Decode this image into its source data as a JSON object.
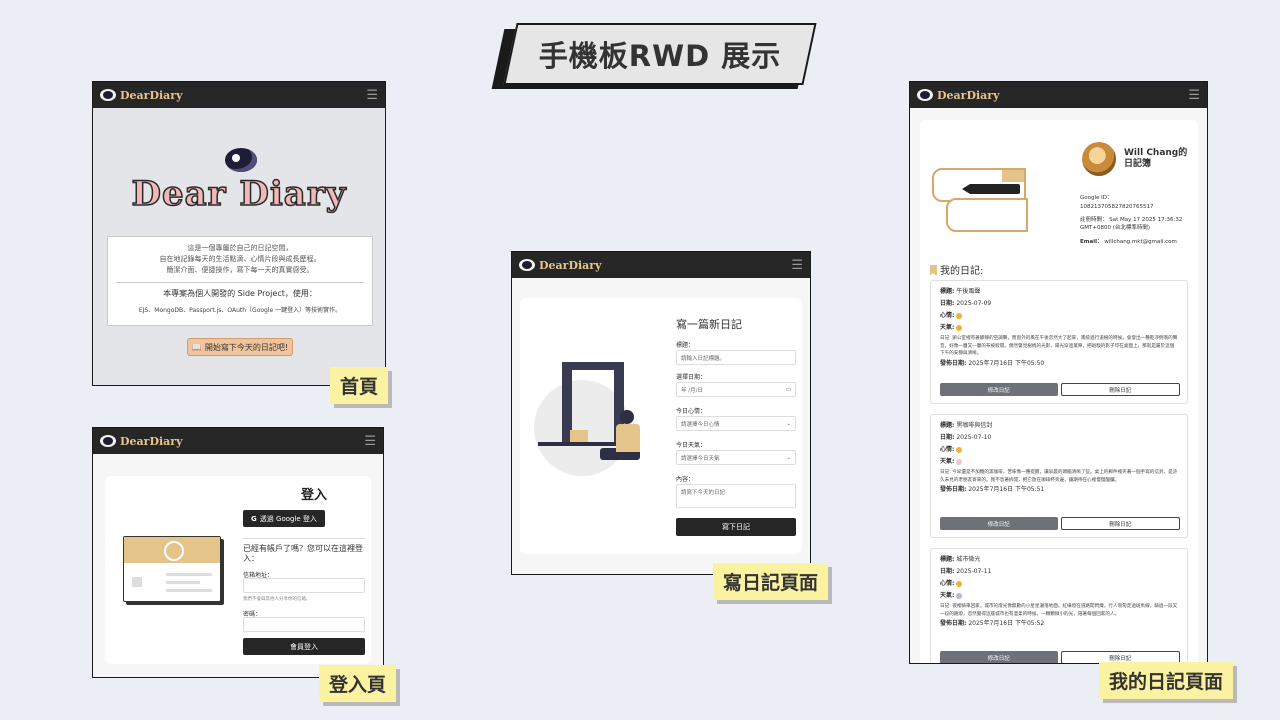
{
  "page_title": "手機板RWD 展示",
  "brand": {
    "name": "DearDiary"
  },
  "captions": {
    "home": "首頁",
    "login": "登入頁",
    "write": "寫日記頁面",
    "mydiary": "我的日記頁面"
  },
  "home": {
    "logo_text": "Dear Diary",
    "desc": [
      "這是一個專屬於自己的日記空間，",
      "自在地記錄每天的生活點滴、心情片段與成長歷程。",
      "簡潔介面、便捷操作，寫下每一天的真實感受。"
    ],
    "project_line": "本專案為個人開發的 Side Project，使用：",
    "tech_line": "EJS、MongoDB、Passport.js、OAuth（Google 一鍵登入）等技術實作。",
    "start_button": "開始寫下今天的日記吧!"
  },
  "login": {
    "title": "登入",
    "google_button": "透過 Google 登入",
    "account_question": "已經有帳戶了嗎？您可以在這裡登入：",
    "email_label": "信箱地址：",
    "email_hint": "我們不會與其他人分享你的信箱。",
    "password_label": "密碼：",
    "submit_button": "會員登入"
  },
  "write": {
    "title": "寫一篇新日記",
    "title_label": "標題：",
    "title_placeholder": "請輸入日記標題。",
    "date_label": "選擇日期：",
    "date_placeholder": "年 /月/日",
    "mood_label": "今日心情：",
    "mood_placeholder": "請選擇今日心情",
    "weather_label": "今日天氣：",
    "weather_placeholder": "請選擇今日天氣",
    "content_label": "內容：",
    "content_placeholder": "請寫下今天的日記",
    "submit_button": "寫下日記"
  },
  "profile": {
    "name": "Will Chang的日記簿",
    "google_id_label": "Google ID：",
    "google_id": "108213705827820765517",
    "register_label": "註冊時間：",
    "register_time": "Sat May 17 2025 17:36:32 GMT+0800 (台北標準時間)",
    "email_label": "Email：",
    "email": "willchang.mkt@gmail.com",
    "my_diary_heading": "我的日記:"
  },
  "labels": {
    "entry_title": "標題:",
    "entry_date": "日期:",
    "entry_mood": "心情:",
    "entry_weather": "天氣:",
    "entry_posted": "發佈日期:",
    "edit_button": "修改日記",
    "delete_button": "刪除日記"
  },
  "entries": [
    {
      "title": "午後風聲",
      "date": "2025-07-09",
      "body": "日記: 辦公室裡有著靜靜的空調聲，而窗外的風在午後忽然大了起來，風掠過行道樹的時候，會發出一種乾淨俐落的聲音，好像一層又一層的布被掀開。偶然瞥見樹梢的光影，陽光穿過葉隙，把斑駁的影子印在桌面上，那就是屬於這個下午的安靜與清晰。",
      "posted": "2025年7月16日 下午05:50"
    },
    {
      "title": "黑咖啡與信封",
      "date": "2025-07-10",
      "body": "日記: 今早還是不加糖的黑咖啡，苦味像一種提醒，讓早晨的頭腦清晰了些。桌上的郵件裡夾著一個手寫的信封，是許久未見的老朋友寄來的。我不急著拆開，把它放在咖啡杯旁邊，讓期待在心裡慢慢醞釀。",
      "posted": "2025年7月16日 下午05:51"
    },
    {
      "title": "城市微光",
      "date": "2025-07-11",
      "body": "日記: 夜裡騎車回家，城市的燈光像無數的小星星灑落地面。紅綠燈在道路間閃爍，行人匆匆走過斑馬線。騎過一段又一段的路燈，忽然覺得這座城市也有溫柔的時候，一顆顆微小的光，陪著每個回家的人。",
      "posted": "2025年7月16日 下午05:52"
    }
  ]
}
